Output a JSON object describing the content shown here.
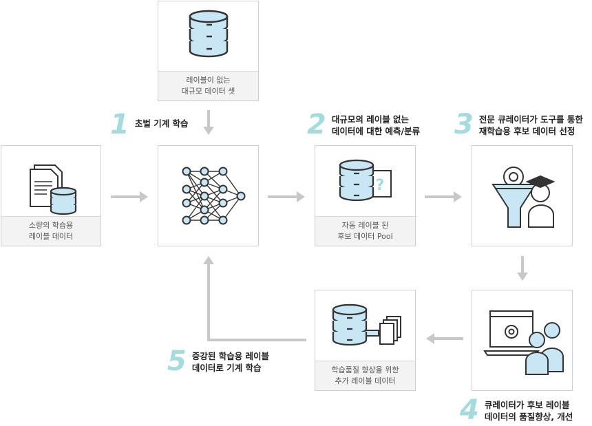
{
  "boxes": {
    "unlabeled_dataset": {
      "line1": "레이블이 없는",
      "line2": "대규모 데이터 셋"
    },
    "small_labeled": {
      "line1": "소량의 학습용",
      "line2": "레이블 데이터"
    },
    "model": {},
    "auto_labeled_pool": {
      "line1": "자동 레이블 된",
      "line2": "후보 데이터 Pool"
    },
    "curator_selection": {},
    "curation_tool": {},
    "additional_labels": {
      "line1": "학습품질 향상을 위한",
      "line2": "추가 레이블 데이터"
    }
  },
  "steps": [
    {
      "num": "1",
      "line1": "초벌 기계 학습",
      "line2": ""
    },
    {
      "num": "2",
      "line1": "대규모의  레이블 없는",
      "line2": "데이터에 대한 예측/분류"
    },
    {
      "num": "3",
      "line1": "전문 큐레이터가 도구를 통한",
      "line2": "재학습용 후보 데이터 선정"
    },
    {
      "num": "4",
      "line1": "큐레이터가 후보 레이블",
      "line2": "데이터의 품질향상, 개선"
    },
    {
      "num": "5",
      "line1": "증강된 학습용 레이블",
      "line2": "데이터로 기계 학습"
    }
  ],
  "colors": {
    "accent": "#a6dbdd",
    "icon_fill": "#c9e6f5",
    "icon_stroke": "#333333",
    "arrow": "#c8c8c8"
  }
}
